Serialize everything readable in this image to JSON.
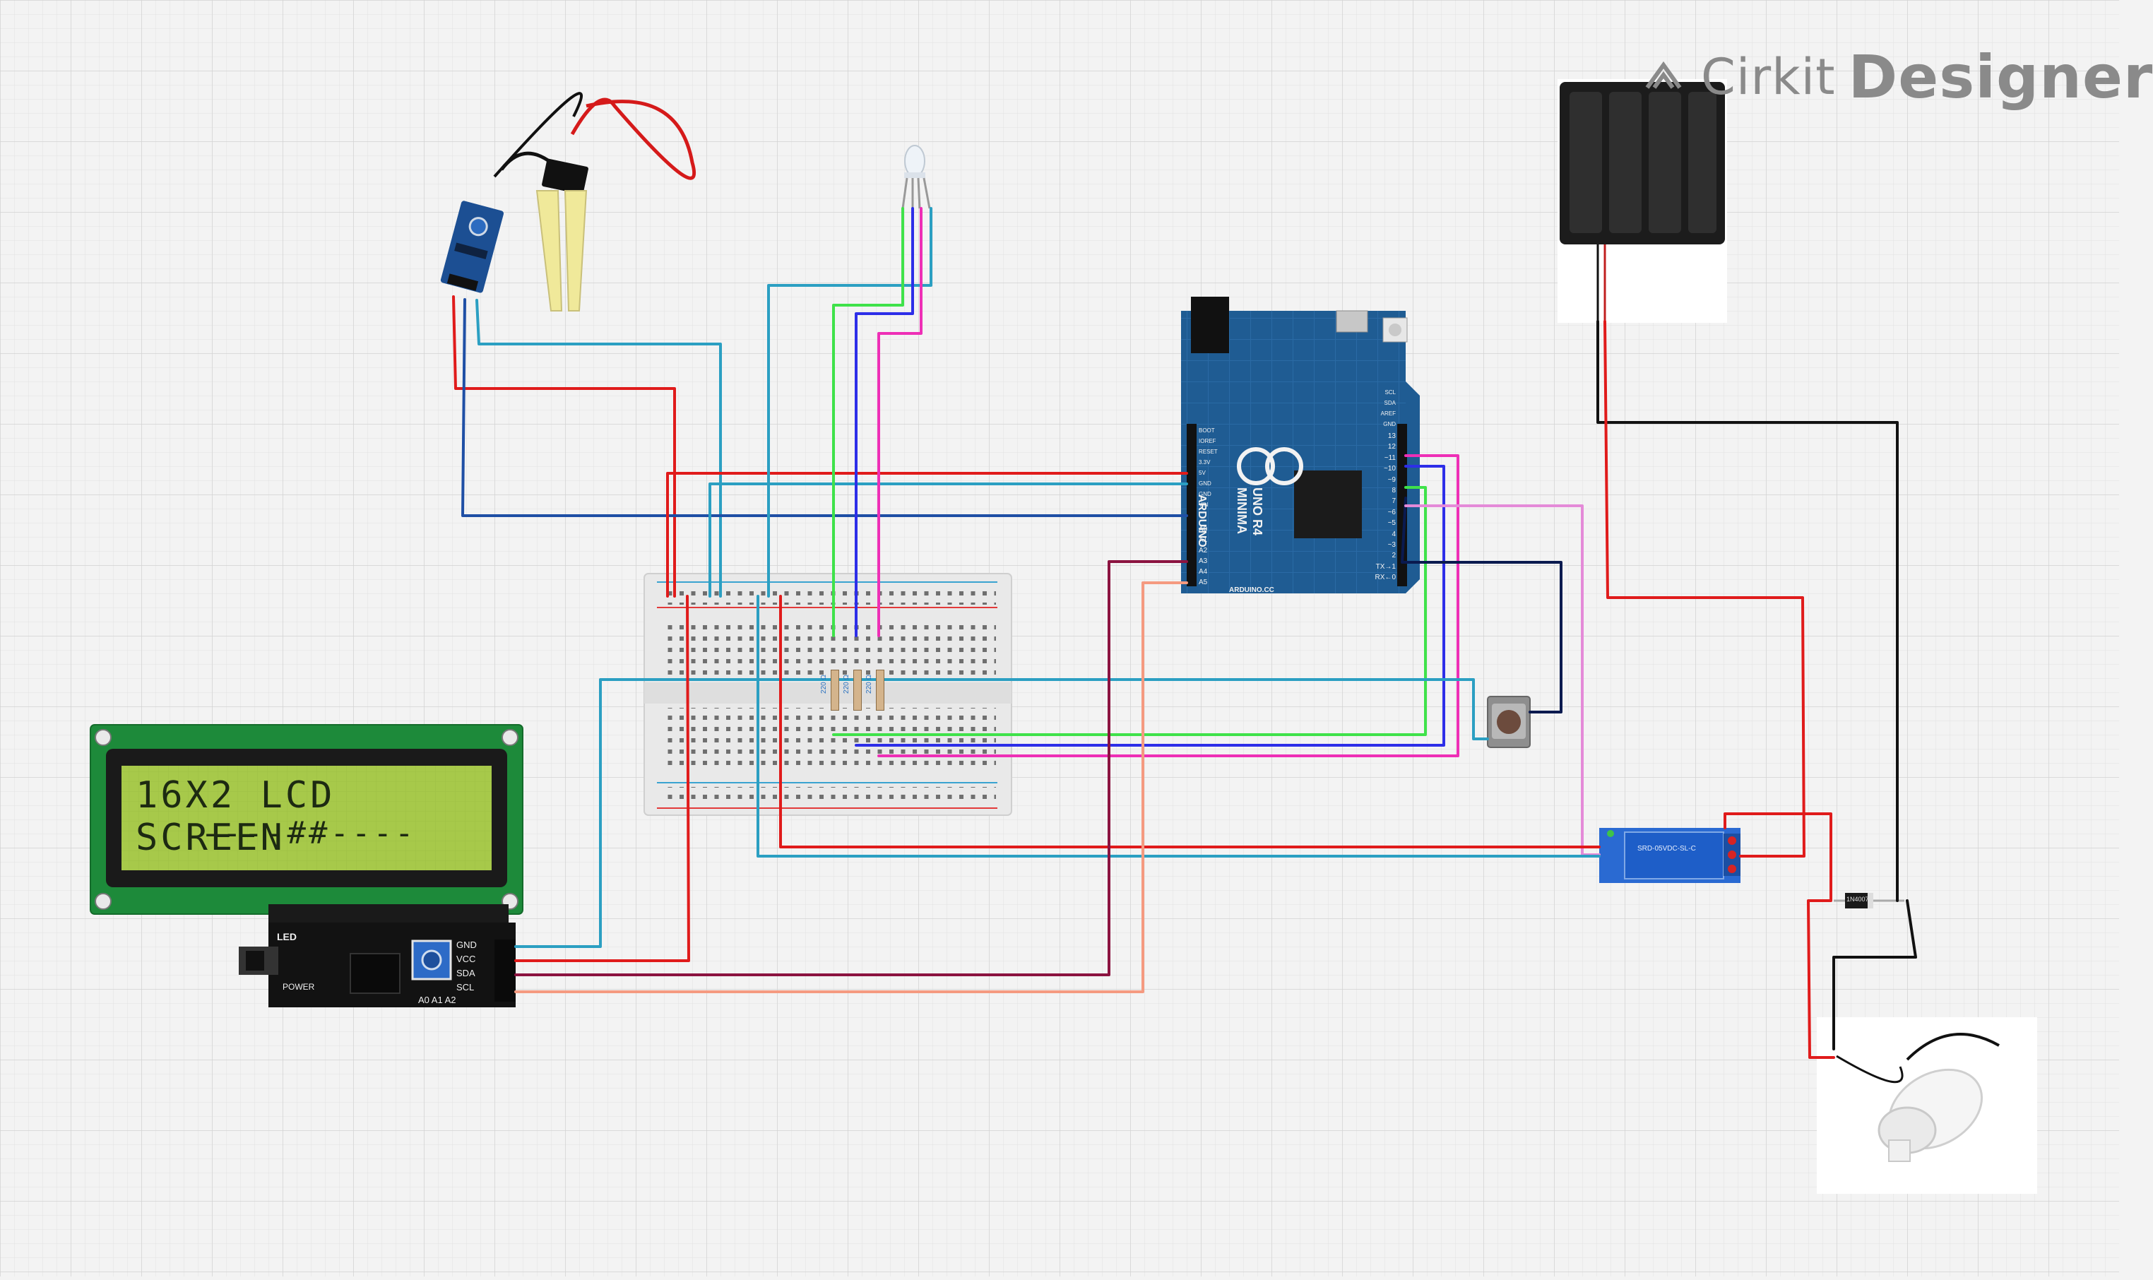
{
  "app": {
    "brand": "Cirkit",
    "product": "Designer",
    "brand_icon": "cirkit-logo-icon"
  },
  "components": {
    "lcd": {
      "line1": "16X2 LCD SCREEN",
      "line2": "----##----"
    },
    "i2c": {
      "led_label": "LED",
      "power_label": "POWER",
      "pins": [
        "GND",
        "VCC",
        "SDA",
        "SCL"
      ],
      "addr_labels": "A0 A1 A2"
    },
    "arduino": {
      "model": "UNO R4",
      "variant": "MINIMA",
      "brand": "ARDUINO",
      "site": "ARDUINO.CC",
      "power_pins": [
        "BOOT",
        "IOREF",
        "RESET",
        "3.3V",
        "5V",
        "GND",
        "GND",
        "VIN"
      ],
      "analog_pins": [
        "A0",
        "A1",
        "A2",
        "A3",
        "A4",
        "A5"
      ],
      "digital_pins": [
        "13",
        "12",
        "~11",
        "~10",
        "~9",
        "8",
        "7",
        "~6",
        "~5",
        "4",
        "~3",
        "2",
        "TX→1",
        "RX←0"
      ],
      "top_pins": [
        "SCL",
        "SDA",
        "AREF",
        "GND"
      ]
    },
    "resistors": {
      "label": "220 Ω"
    },
    "relay": {
      "label": "SRD-05VDC-SL-C"
    },
    "diode": {
      "label": "1N4007"
    }
  },
  "colors": {
    "grid_line": "#dcdcdc",
    "board_blue": "#1f5c93",
    "lcd_screen": "#a7c94a",
    "lcd_text": "#1d2a12",
    "wire_red": "#e01b1b",
    "wire_cyan": "#2b9fc2",
    "wire_blue": "#1f4fa5",
    "wire_green": "#3fe24a",
    "wire_violet": "#2d2ee8",
    "wire_magenta": "#ee2fb6",
    "wire_black": "#111111",
    "wire_maroon": "#8b1340",
    "wire_salmon": "#f59a80",
    "wire_pink": "#e48ad8",
    "wire_navy": "#0a1a4f"
  }
}
